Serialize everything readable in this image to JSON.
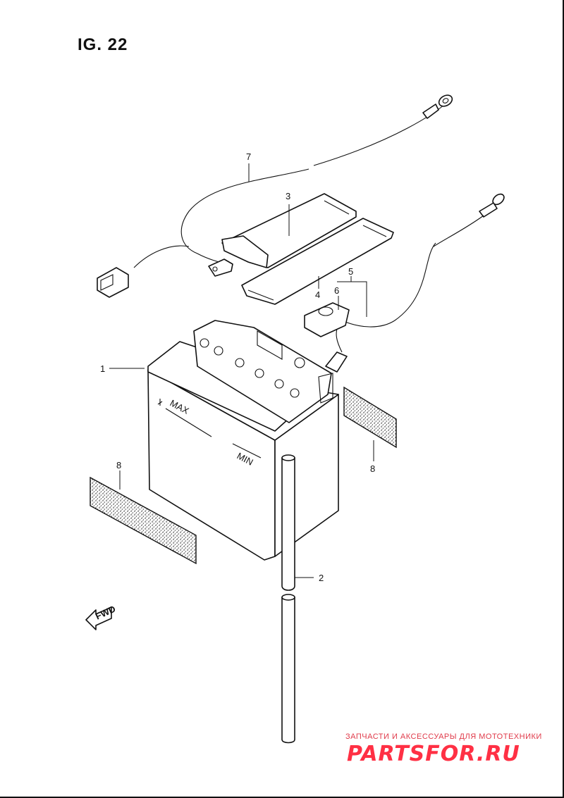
{
  "figure": {
    "title": "IG. 22"
  },
  "callouts": {
    "c1": "1",
    "c2": "2",
    "c3": "3",
    "c4": "4",
    "c5": "5",
    "c6": "6",
    "c7": "7",
    "c8a": "8",
    "c8b": "8"
  },
  "battery": {
    "max_mark": "MAX",
    "min_mark": "MIN"
  },
  "direction": {
    "fwd_label": "FWD"
  },
  "watermark": {
    "tagline": "ЗАПЧАСТИ И АКСЕССУАРЫ ДЛЯ МОТОТЕХНИКИ",
    "logo": "PARTSFOR.RU"
  },
  "colors": {
    "line": "#111111",
    "watermark": "#ff3044"
  }
}
